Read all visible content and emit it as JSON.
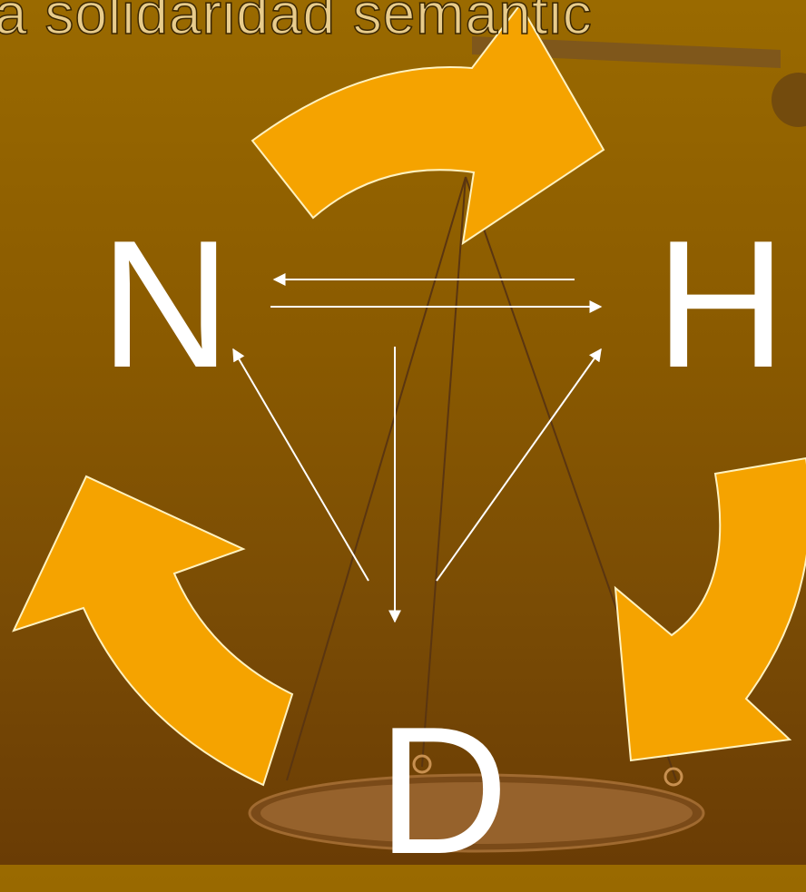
{
  "title": "a solidaridad semántic",
  "diagram": {
    "nodes": {
      "n": "N",
      "h": "H",
      "d": "D"
    }
  },
  "colors": {
    "background": "#8a5a00",
    "arrow_fill": "#f5a300",
    "connector": "#ffffff",
    "title_text": "#e8cc8c"
  }
}
